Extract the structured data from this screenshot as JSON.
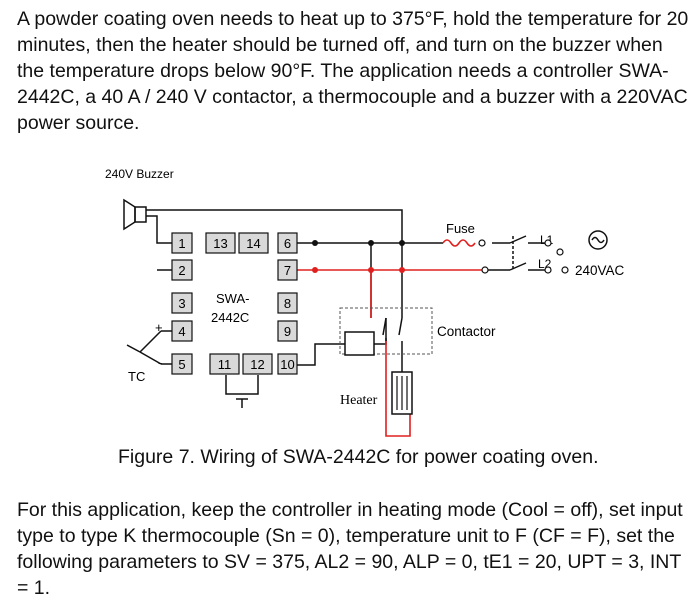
{
  "intro_text": "A powder coating oven needs to heat up to 375°F, hold the temperature for 20 minutes, then the heater should be turned off, and turn on the buzzer when the temperature drops below 90°F. The application needs a controller SWA-2442C, a 40 A / 240 V contactor, a thermocouple and a buzzer with a 220VAC power source.",
  "diagram": {
    "buzzer_label": "240V Buzzer",
    "fuse_label": "Fuse",
    "contactor_label": "Contactor",
    "heater_label": "Heater",
    "tc_label": "TC",
    "controller_line1": "SWA-",
    "controller_line2": "2442C",
    "l1_label": "L1",
    "l2_label": "L2",
    "supply_label": "240VAC",
    "plus_sign": "+",
    "minus_sign": "-",
    "terminals_left": [
      "1",
      "2",
      "3",
      "4",
      "5"
    ],
    "terminals_right": [
      "6",
      "7",
      "8",
      "9",
      "10"
    ],
    "terminals_top": [
      "13",
      "14"
    ],
    "terminals_bottom": [
      "11",
      "12"
    ],
    "colors": {
      "red_wire": "#e0201e",
      "black_wire": "#111111",
      "terminal_fill": "#d9d9d9"
    }
  },
  "caption": "Figure 7. Wiring of SWA-2442C for power coating oven.",
  "outro_text": "For this application, keep the controller in heating mode (Cool = off), set input type to type K thermocouple (Sn = 0), temperature unit to F (CF = F), set the following parameters to SV = 375, AL2 = 90, ALP = 0, tE1 = 20, UPT = 3, INT = 1."
}
